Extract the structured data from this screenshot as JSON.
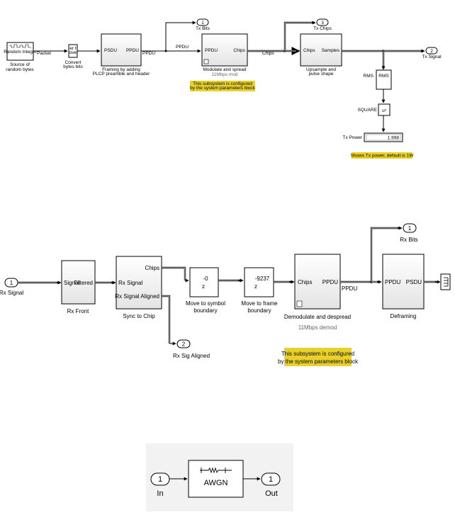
{
  "tx": {
    "source_block": {
      "label": "Random Integer",
      "caption": [
        "Source of",
        "random bytes"
      ]
    },
    "packet_label": "Packet",
    "convert_block": {
      "caption": [
        "Convert",
        "bytes bits"
      ],
      "icon_text": [
        "er t",
        "ove"
      ]
    },
    "framing_block": {
      "in_port": "PSDU",
      "out_port": "PPDU",
      "caption": [
        "Framing by adding",
        "PLCP preamble and header"
      ]
    },
    "wire_ppdu_1": "PPDU",
    "wire_ppdu_2": "PPDU",
    "tx_bits_port": {
      "number": "1",
      "label": "Tx Bits"
    },
    "modulate_block": {
      "in_port": "PPDU",
      "out_port": "Chips",
      "caption": "Modulate and spread",
      "sub_caption": "11Mbps mod"
    },
    "modulate_note": [
      "This subsystem is configured",
      "by the system parameters block"
    ],
    "wire_chips": "Chips",
    "tx_chips_port": {
      "number": "3",
      "label": "Tx Chips"
    },
    "upsample_block": {
      "in_port": "Chips",
      "out_port": "Samples",
      "caption": [
        "Upsample and",
        "pulse shape"
      ]
    },
    "tx_signal_port": {
      "number": "2",
      "label": "Tx Signal"
    },
    "rms_block": {
      "name": "RMS",
      "text": "RMS"
    },
    "square_block": {
      "name": "SQUARE",
      "text": "u²"
    },
    "tx_power_display": {
      "label": "Tx Power",
      "value": "1.998"
    },
    "power_note": "Shows Tx power, default is 1W"
  },
  "rx": {
    "rx_signal_port": {
      "number": "1",
      "label": "Rx Signal"
    },
    "rx_front_block": {
      "in_port": "Signal",
      "out_port": "Filtered",
      "caption": "Rx Front"
    },
    "sync_block": {
      "in_port": "Rx Signal",
      "out_port_1": "Chips",
      "out_port_2": "Rx Signal Aligned",
      "caption": "Sync to Chip"
    },
    "rx_sig_aligned_port": {
      "number": "2",
      "label": "Rx Sig Aligned"
    },
    "delay_1": {
      "value": "-0",
      "base": "z",
      "caption": [
        "Move to symbol",
        "boundary"
      ]
    },
    "delay_2": {
      "value": "-9237",
      "base": "z",
      "caption": [
        "Move to frame",
        "boundary"
      ]
    },
    "demod_block": {
      "in_port": "Chips",
      "out_port": "PPDU",
      "caption": "Demodulate and despread",
      "sub_caption": "11Mbps demod"
    },
    "demod_note": [
      "This subsystem is configured",
      "by the system parameters block"
    ],
    "wire_ppdu": "PPDU",
    "rx_bits_port": {
      "number": "1",
      "label": "Rx Bits"
    },
    "deframing_block": {
      "in_port": "PPDU",
      "out_port": "PSDU",
      "caption": "Deframing"
    }
  },
  "channel": {
    "in_port": {
      "number": "1",
      "label": "In"
    },
    "awgn_block": {
      "label": "AWGN"
    },
    "out_port": {
      "number": "1",
      "label": "Out"
    }
  },
  "colors": {
    "note": "#e8d22a",
    "panel": "#f2f2f2"
  }
}
